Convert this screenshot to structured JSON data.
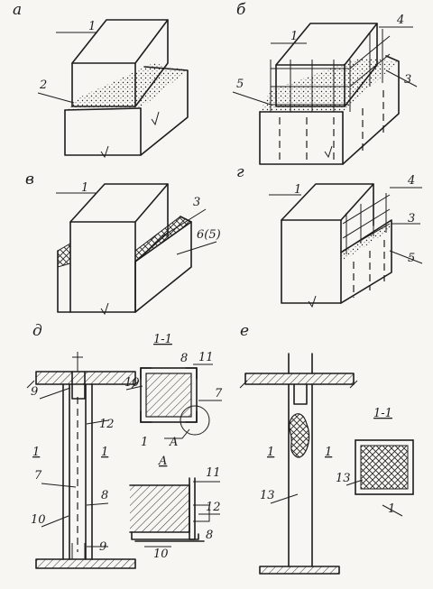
{
  "panels": {
    "a": "а",
    "b": "б",
    "v": "в",
    "g": "г",
    "d": "д",
    "e": "е"
  },
  "labels": {
    "n1": "1",
    "n2": "2",
    "n3": "3",
    "n4": "4",
    "n5": "5",
    "n6_5": "6(5)",
    "n7": "7",
    "n8": "8",
    "n9": "9",
    "n10": "10",
    "n11": "11",
    "n12": "12",
    "n13": "13",
    "section": "1-1",
    "detail": "A"
  },
  "colors": {
    "ink": "#1d1d1d",
    "paper": "#f7f6f2"
  }
}
